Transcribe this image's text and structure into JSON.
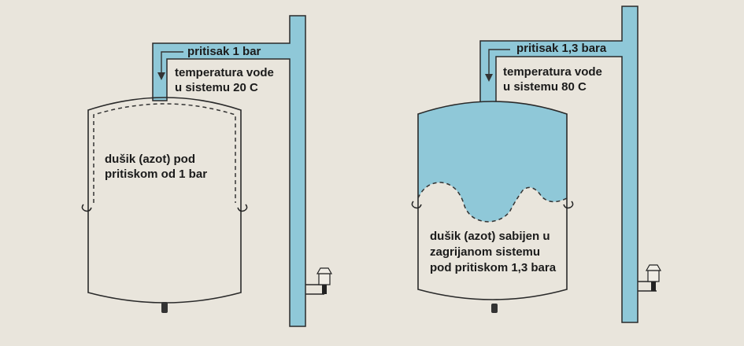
{
  "colors": {
    "background": "#e9e5dc",
    "water": "#8fc8d8",
    "outline": "#2a2a2a"
  },
  "left_vessel": {
    "pressure_label": "pritisak 1 bar",
    "temperature_line1": "temperatura vode",
    "temperature_line2": "u sistemu 20 C",
    "gas_line1": "dušik (azot) pod",
    "gas_line2": "pritiskom od 1 bar"
  },
  "right_vessel": {
    "pressure_label": "pritisak 1,3 bara",
    "temperature_line1": "temperatura vode",
    "temperature_line2": "u sistemu 80 C",
    "gas_line1": "dušik (azot) sabijen u",
    "gas_line2": "zagrijanom sistemu",
    "gas_line3": "pod pritiskom 1,3 bara"
  },
  "icons": [
    "arrow-down-icon",
    "pressure-valve-icon",
    "drain-plug-icon"
  ]
}
